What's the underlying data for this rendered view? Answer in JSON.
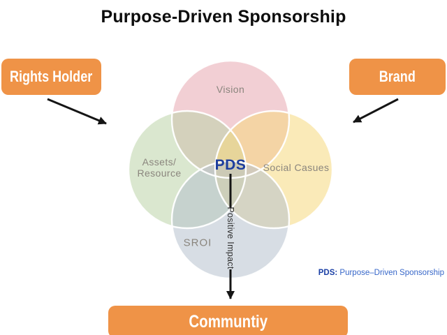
{
  "title": "Purpose-Driven Sponsorship",
  "boxes": {
    "rights_holder": "Rights Holder",
    "brand": "Brand",
    "community": "Communtiy"
  },
  "venn": {
    "center_label": "PDS",
    "circles": [
      {
        "id": "vision",
        "label": "Vision",
        "fill": "#E8A7B0"
      },
      {
        "id": "assets-resource",
        "label_line1": "Assets/",
        "label_line2": "Resource",
        "fill": "#BCD3A7"
      },
      {
        "id": "social-causes",
        "label": "Social Casues",
        "fill": "#F6D87D"
      },
      {
        "id": "sroi",
        "label": "SROI",
        "fill": "#B6C1CE"
      }
    ]
  },
  "arrow_label": "Positive Impact",
  "footnote": {
    "abbr": "PDS:",
    "definition": "Purpose–Driven Sponsorship"
  },
  "colors": {
    "accent_orange": "#EF9347",
    "pds_blue": "#1C3D9E",
    "footnote_abbr_blue": "#1A3FA5",
    "footnote_text_blue": "#3767C9",
    "venn_label_gray": "#8A857D",
    "arrow_black": "#151515",
    "circle_stroke_white": "#FFFFFF"
  }
}
